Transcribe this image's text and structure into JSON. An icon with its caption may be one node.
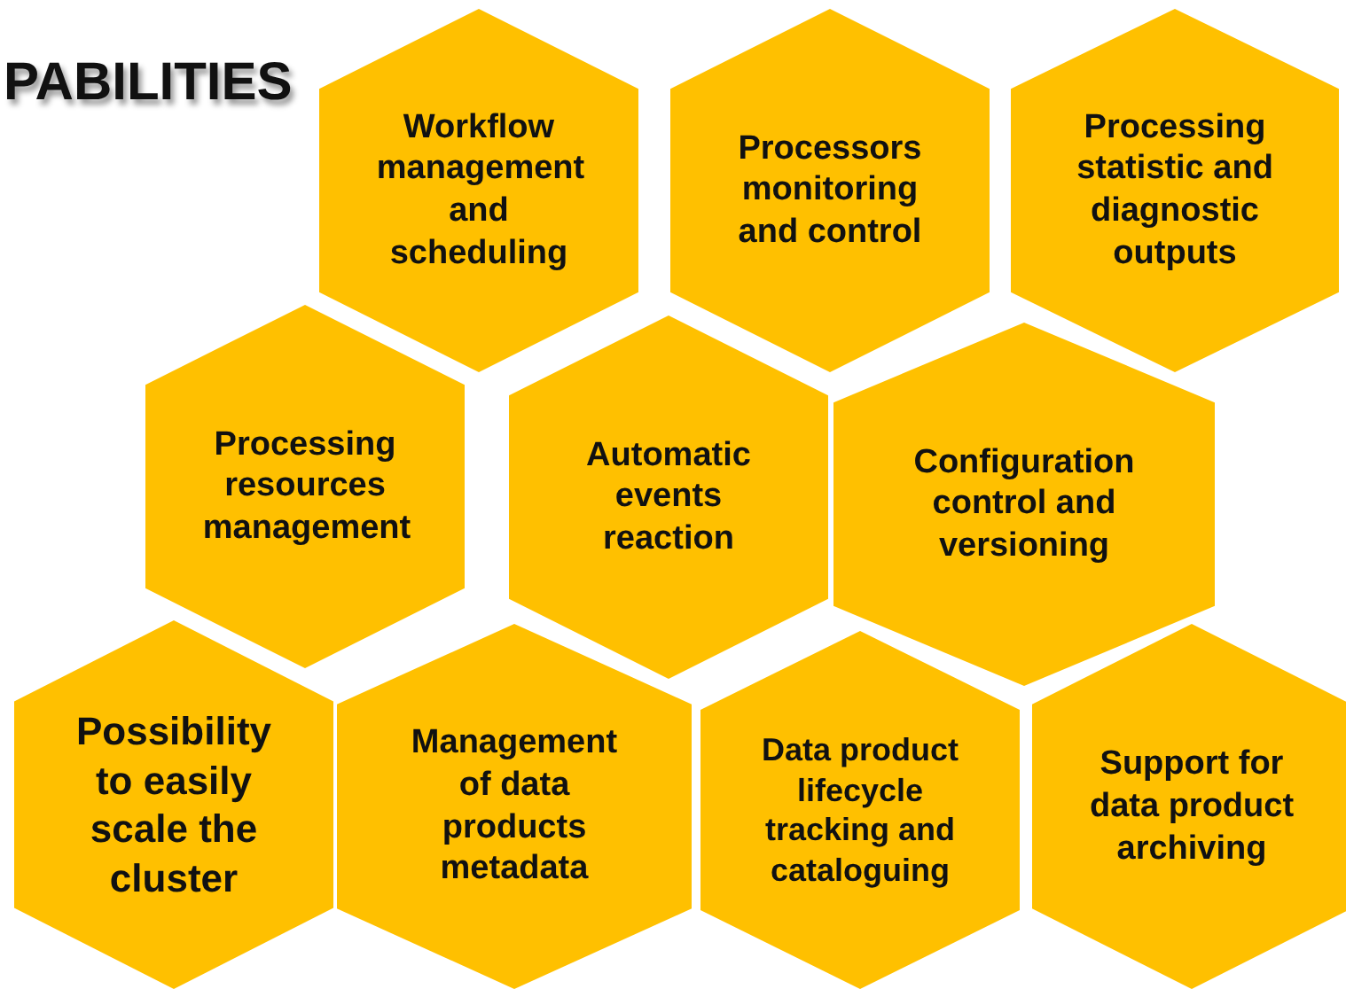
{
  "diagram": {
    "title": "PABILITIES",
    "nodes": [
      {
        "text": [
          "Workflow management and scheduling"
        ]
      },
      {
        "text": [
          "Processors monitoring and control"
        ]
      },
      {
        "text": [
          "Processing statistic and diagnostic outputs"
        ]
      },
      {
        "text": [
          "Processing resources management"
        ]
      },
      {
        "text": [
          "Automatic events reaction"
        ]
      },
      {
        "text": [
          "Configuration control and versioning"
        ]
      },
      {
        "text": [
          "Possibility to easily scale the cluster"
        ]
      },
      {
        "text": [
          "Management of data products metadata"
        ]
      },
      {
        "text": [
          "Data product lifecycle tracking and cataloguing"
        ]
      },
      {
        "text": [
          "Support for data product archiving"
        ]
      }
    ]
  }
}
